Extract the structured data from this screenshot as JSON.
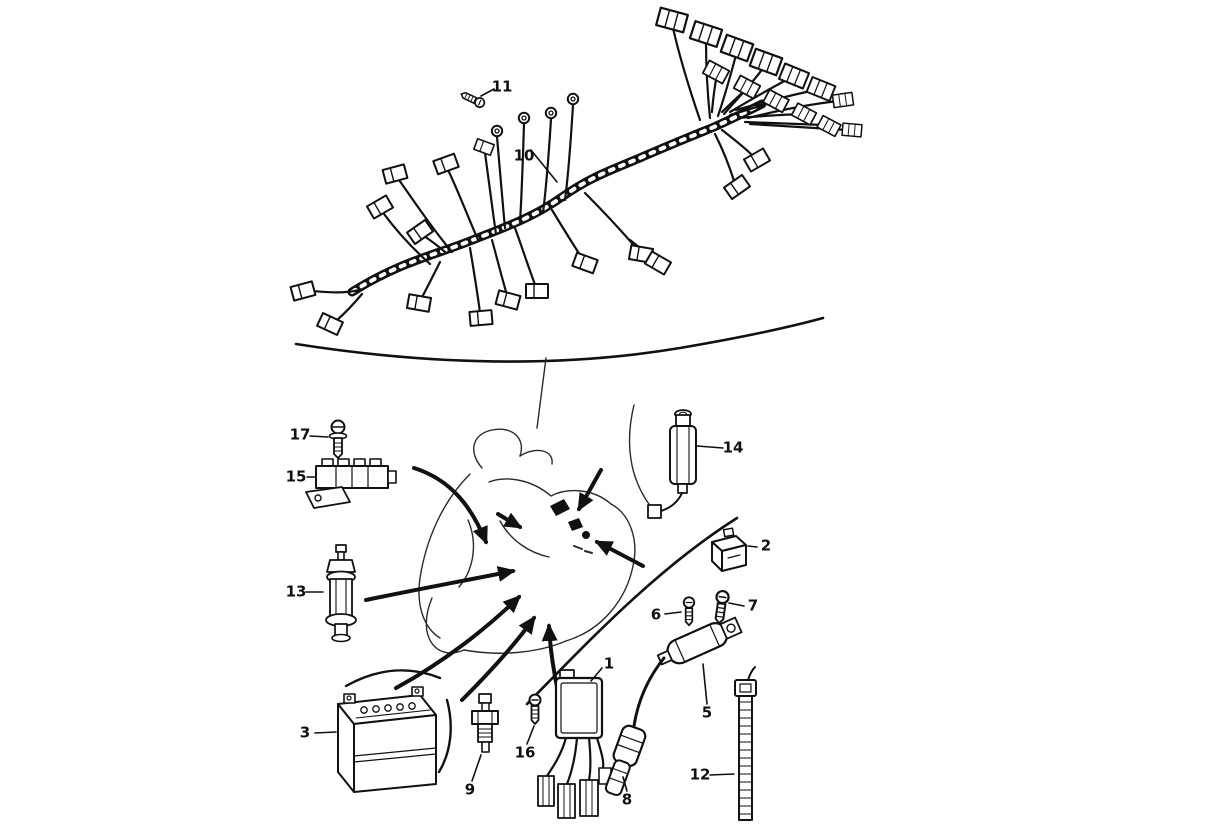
{
  "canvas": {
    "background_color": "#ffffff",
    "ink_color": "#111111",
    "description_visible_text_only": true
  },
  "callouts": {
    "c1": "1",
    "c2": "2",
    "c3": "3",
    "c5": "5",
    "c6": "6",
    "c7": "7",
    "c8": "8",
    "c9": "9",
    "c10": "10",
    "c11": "11",
    "c12": "12",
    "c13": "13",
    "c14": "14",
    "c15": "15",
    "c16": "16",
    "c17": "17"
  }
}
